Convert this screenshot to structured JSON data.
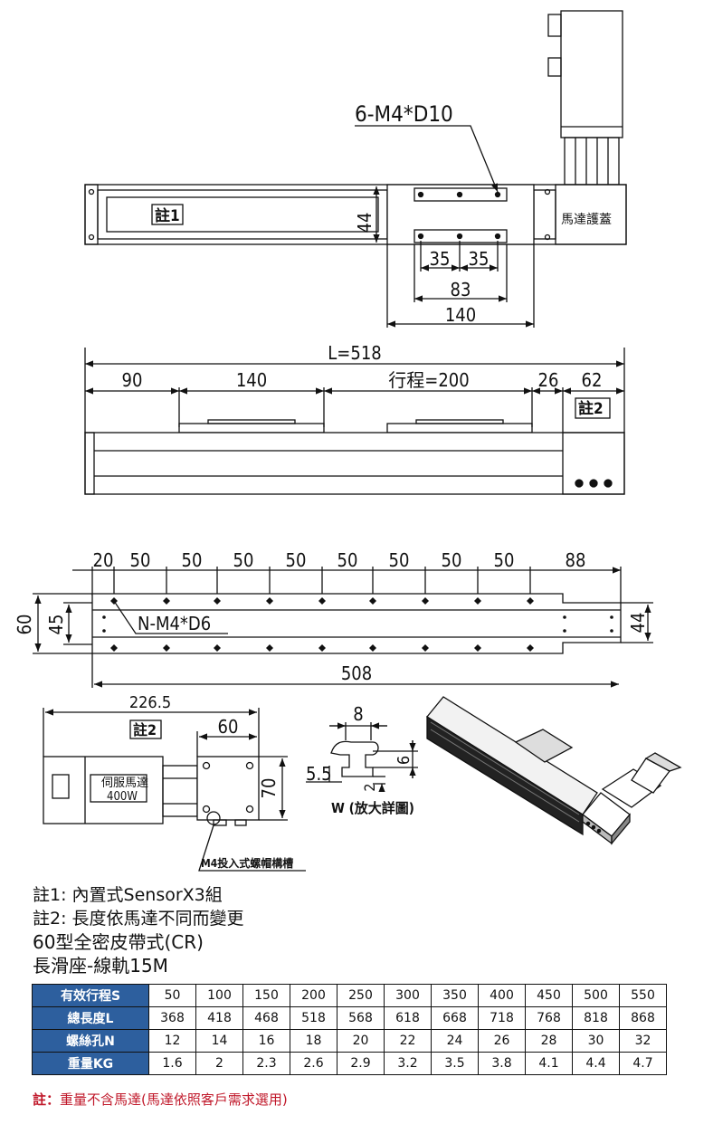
{
  "top_view": {
    "hole_spec": "6-M4*D10",
    "note1_tag": "註1",
    "width_44": "44",
    "motor_cover": "馬達護蓋",
    "dim_35a": "35",
    "dim_35b": "35",
    "dim_83": "83",
    "dim_140": "140"
  },
  "side_view": {
    "total_length": "L=518",
    "dim_90": "90",
    "dim_140": "140",
    "stroke": "行程=200",
    "dim_26": "26",
    "dim_62": "62",
    "note2_tag": "註2"
  },
  "bottom_view": {
    "pitch": [
      "20",
      "50",
      "50",
      "50",
      "50",
      "50",
      "50",
      "50",
      "50",
      "88"
    ],
    "hole_spec": "N-M4*D6",
    "height_60": "60",
    "height_45": "45",
    "height_44": "44",
    "length_508": "508"
  },
  "end_view": {
    "dim_226_5": "226.5",
    "note2_tag": "註2",
    "dim_60": "60",
    "dim_70": "70",
    "motor_label_1": "伺服馬達",
    "motor_label_2": "400W",
    "nut_slot": "M4投入式螺帽構槽"
  },
  "detail_view": {
    "dim_8": "8",
    "dim_6": "6",
    "dim_5_5": "5.5",
    "dim_2": "2",
    "caption": "W (放大詳圖)"
  },
  "notes": [
    "註1: 內置式SensorX3組",
    "註2: 長度依馬達不同而變更",
    "60型全密皮帶式(CR)",
    "長滑座-線軌15M"
  ],
  "spec_table": {
    "rows": [
      {
        "label": "有效行程S",
        "values": [
          "50",
          "100",
          "150",
          "200",
          "250",
          "300",
          "350",
          "400",
          "450",
          "500",
          "550"
        ]
      },
      {
        "label": "總長度L",
        "values": [
          "368",
          "418",
          "468",
          "518",
          "568",
          "618",
          "668",
          "718",
          "768",
          "818",
          "868"
        ]
      },
      {
        "label": "螺絲孔N",
        "values": [
          "12",
          "14",
          "16",
          "18",
          "20",
          "22",
          "24",
          "26",
          "28",
          "30",
          "32"
        ]
      },
      {
        "label": "重量KG",
        "values": [
          "1.6",
          "2",
          "2.3",
          "2.6",
          "2.9",
          "3.2",
          "3.5",
          "3.8",
          "4.1",
          "4.4",
          "4.7"
        ]
      }
    ]
  },
  "footnote": {
    "prefix": "註：",
    "text": "重量不含馬達(馬達依照客戶需求選用)"
  },
  "colors": {
    "table_header": "#2d5f9e",
    "footnote": "#c0182a"
  }
}
